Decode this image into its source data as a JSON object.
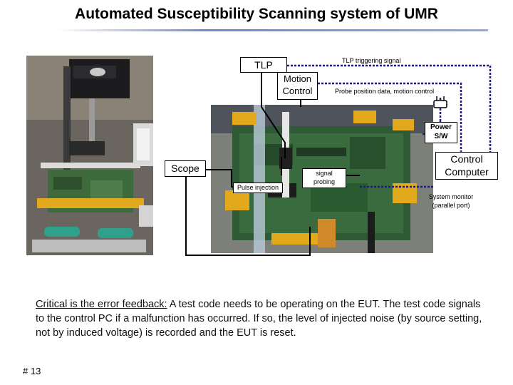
{
  "title": "Automated Susceptibility Scanning system of UMR",
  "boxes": {
    "tlp": "TLP",
    "motion_line1": "Motion",
    "motion_line2": "Control",
    "scope": "Scope",
    "control_line1": "Control",
    "control_line2": "Computer",
    "power_line1": "Power",
    "power_line2": "S/W",
    "pulse": "Pulse injection",
    "probe_line1": "signal",
    "probe_line2": "probing"
  },
  "labels": {
    "tlp_trigger": "TLP triggering signal",
    "probe_data": "Probe position data, motion control",
    "sys_monitor_line1": "System monitor",
    "sys_monitor_line2": "(parallel port)"
  },
  "caption": {
    "lead": "Critical is the error feedback:",
    "body": "  A test code needs to be operating on the EUT. The test code signals to the control PC if a malfunction has occurred. If so, the level of injected noise (by source setting, not by induced voltage) is recorded and the EUT is reset."
  },
  "slide_number": "# 13",
  "colors": {
    "dotted_line": "#1a1a8c",
    "board": "#2f5a35",
    "clamp": "#e8b32a",
    "title_rule": "#6f86c8"
  }
}
